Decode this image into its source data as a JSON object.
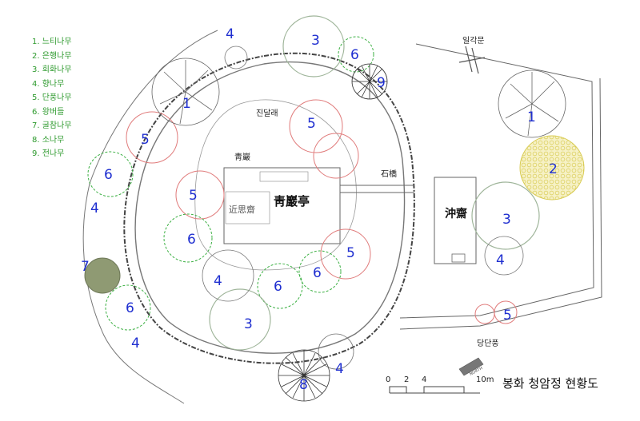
{
  "legend": [
    "1. 느티나무",
    "2. 은행나무",
    "3. 회화나무",
    "4. 향나무",
    "5. 단풍나무",
    "6. 왕버들",
    "7. 굴참나무",
    "8. 소나무",
    "9. 전나무"
  ],
  "labels": {
    "jindallae": "진달래",
    "cheongam_small": "靑巖",
    "geunsajae": "近思齋",
    "cheongamjeong": "靑巖亭",
    "stone_bridge": "石橋",
    "chungjae": "沖齋",
    "ilgakmun": "일각문",
    "dangdanpung": "당단풍"
  },
  "scale": {
    "ticks": [
      "0",
      "2",
      "4",
      "10m"
    ],
    "north": "NORTH"
  },
  "title": "봉화 청암정 현황도",
  "tree_numbers": [
    "1",
    "2",
    "3",
    "4",
    "5",
    "6",
    "7",
    "8",
    "9"
  ],
  "colors": {
    "legend_text": "#2e9a2e",
    "tree_number": "#1f2fd0",
    "red_tree": "#e07b7b",
    "green_tree": "#3cb043",
    "ginkgo_fill": "#f6f1c6",
    "oak_fill": "#8f9a73",
    "line": "#555555"
  }
}
